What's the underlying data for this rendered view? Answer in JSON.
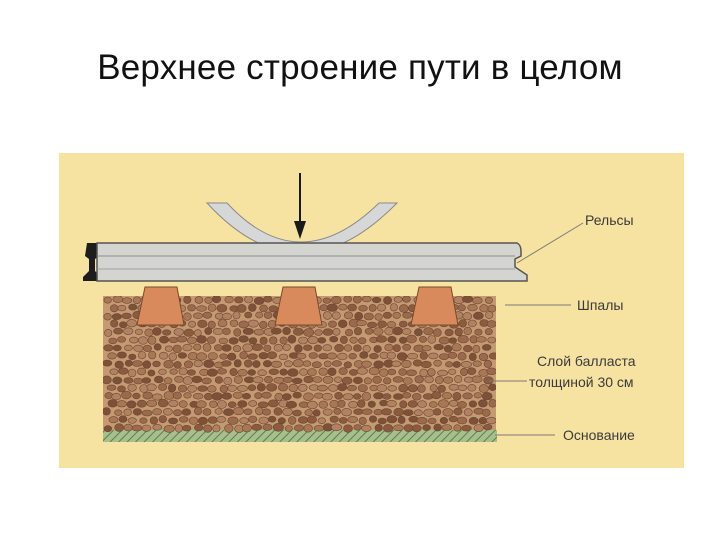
{
  "slide": {
    "title": "Верхнее строение пути в целом"
  },
  "diagram": {
    "colors": {
      "background": "#f7e3a1",
      "rail": "#d4d4d0",
      "rail_stroke": "#555555",
      "sleeper": "#d98a5c",
      "ballast": "#9b6a4c",
      "ballast_dark": "#6e4631",
      "base": "#7f9b6a",
      "leader": "#7a7a7a"
    },
    "labels": {
      "rail": "Рельсы",
      "sleepers": "Шпалы",
      "ballast_line1": "Слой балласта",
      "ballast_line2": "толщиной 30 см",
      "base": "Основание"
    },
    "icons": {
      "load": "down-arrow-icon",
      "wheel": "wheel-arc-icon"
    }
  }
}
